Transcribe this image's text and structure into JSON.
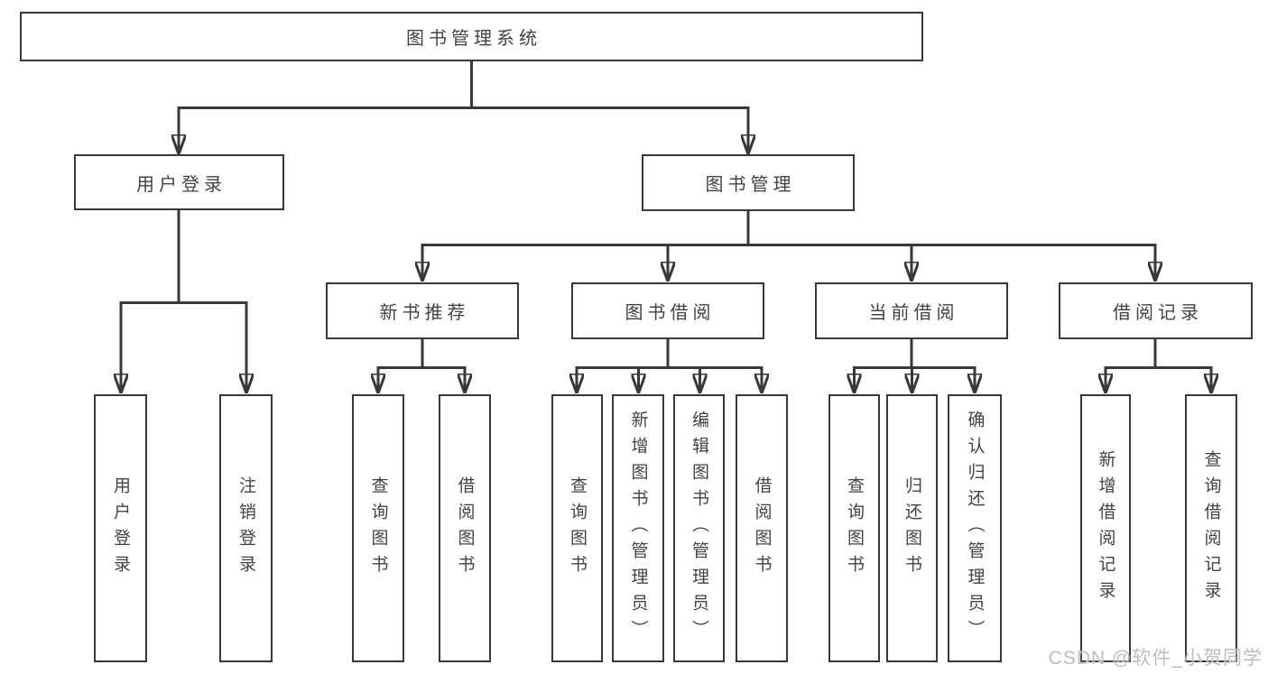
{
  "diagram": {
    "root": {
      "label": "图书管理系统"
    },
    "user_login": {
      "label": "用户登录",
      "children": {
        "login": "用户登录",
        "logout": "注销登录"
      }
    },
    "book_mgmt": {
      "label": "图书管理"
    },
    "new_rec": {
      "label": "新书推荐",
      "children": {
        "query": "查询图书",
        "borrow": "借阅图书"
      }
    },
    "book_borrow": {
      "label": "图书借阅",
      "children": {
        "query": "查询图书",
        "add": "新增图书（管理员）",
        "edit": "编辑图书（管理员）",
        "borrow": "借阅图书"
      }
    },
    "current_borrow": {
      "label": "当前借阅",
      "children": {
        "query": "查询图书",
        "return": "归还图书",
        "confirm": "确认归还（管理员）"
      }
    },
    "borrow_record": {
      "label": "借阅记录",
      "children": {
        "add": "新增借阅记录",
        "query": "查询借阅记录"
      }
    }
  },
  "watermark": {
    "text": "CSDN @软件_小贺同学",
    "color": "#bdbdbd"
  },
  "colors": {
    "line": "#383838",
    "text": "#434343",
    "background": "#ffffff"
  }
}
